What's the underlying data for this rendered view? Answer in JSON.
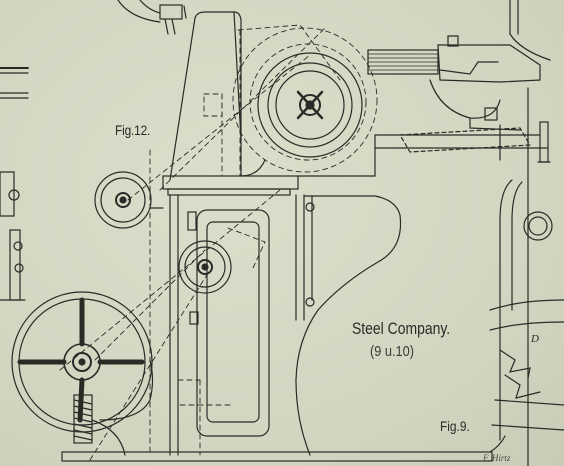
{
  "labels": {
    "figure_12": "Fig.12.",
    "company": "Steel Company.",
    "reference": "(9 u.10)",
    "figure_9": "Fig.9.",
    "part_d": "D",
    "figure_9_lower": "F. Hirtz"
  },
  "colors": {
    "paper": "#d4d6c3",
    "ink": "#2a2a26"
  }
}
